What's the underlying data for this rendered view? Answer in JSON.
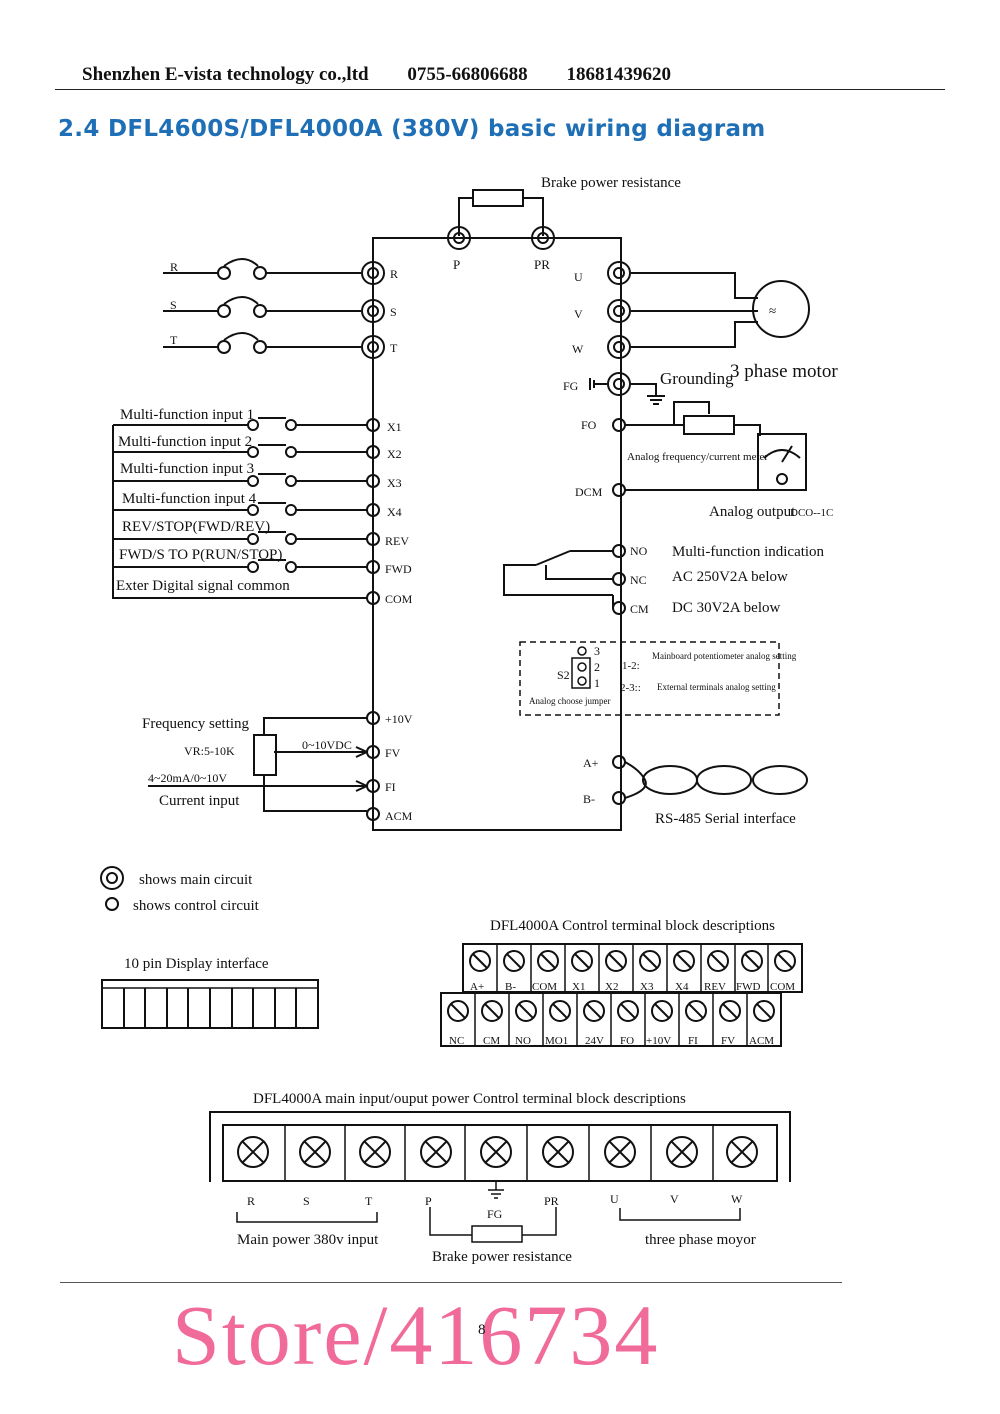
{
  "header": {
    "company": "Shenzhen E-vista technology co.,ltd",
    "phone1": "0755-66806688",
    "phone2": "18681439620"
  },
  "title": "2.4 DFL4600S/DFL4000A (380V) basic wiring diagram",
  "diagram": {
    "brake_power_resistance": "Brake power resistance",
    "terminals_top": [
      "P",
      "PR"
    ],
    "power_inputs": [
      "R",
      "S",
      "T"
    ],
    "power_outputs": [
      "U",
      "V",
      "W"
    ],
    "fg": "FG",
    "grounding": "Grounding",
    "motor": "3 phase motor",
    "multi_inputs": [
      "Multi-function input 1",
      "Multi-function input 2",
      "Multi-function input 3",
      "Multi-function input 4",
      "REV/STOP(FWD/REV)",
      "FWD/S TO P(RUN/STOP)",
      "Exter Digital signal common"
    ],
    "control_terminals_left": [
      "X1",
      "X2",
      "X3",
      "X4",
      "REV",
      "FWD",
      "COM"
    ],
    "fo": "FO",
    "dcm": "DCM",
    "analog_meter": "Analog frequency/current meter",
    "analog_output": "Analog output",
    "analog_output_range": "DCO--1C",
    "relay_terminals": [
      "NO",
      "NC",
      "CM"
    ],
    "multi_indication": "Multi-function indication",
    "ac_rating": "AC 250V2A below",
    "dc_rating": "DC 30V2A below",
    "jumper_label": "S2",
    "jumper_pins": [
      "3",
      "2",
      "1"
    ],
    "jumper_caption": "Analog choose jumper",
    "jumper_setting_12": "1-2:",
    "jumper_setting_12_desc": "Mainboard potentiometer analog setting",
    "jumper_setting_23": "2-3::",
    "jumper_setting_23_desc": "External terminals analog setting",
    "frequency_setting": "Frequency setting",
    "vr": "VR:5-10K",
    "voltage_range": "0~10VDC",
    "current_range": "4~20mA/0~10V",
    "current_input": "Current input",
    "analog_terminals": [
      "+10V",
      "FV",
      "FI",
      "ACM"
    ],
    "rs485_terminals": [
      "A+",
      "B-"
    ],
    "rs485": "RS-485 Serial interface"
  },
  "legend": {
    "main_circuit": "shows main circuit",
    "control_circuit": "shows control circuit"
  },
  "display_interface": "10 pin Display interface",
  "control_block": {
    "title": "DFL4000A Control terminal block descriptions",
    "row1": [
      "A+",
      "B-",
      "COM",
      "X1",
      "X2",
      "X3",
      "X4",
      "REV",
      "FWD",
      "COM"
    ],
    "row2": [
      "NC",
      "CM",
      "NO",
      "MO1",
      "24V",
      "FO",
      "+10V",
      "FI",
      "FV",
      "ACM"
    ]
  },
  "power_block": {
    "title": "DFL4000A main input/ouput power Control terminal block descriptions",
    "labels": [
      "R",
      "S",
      "T",
      "P",
      "FG",
      "PR",
      "U",
      "V",
      "W"
    ],
    "main_power": "Main power 380v input",
    "brake": "Brake power resistance",
    "three_phase": "three phase moyor"
  },
  "footer": {
    "watermark": "Store/416734",
    "page": "8"
  }
}
